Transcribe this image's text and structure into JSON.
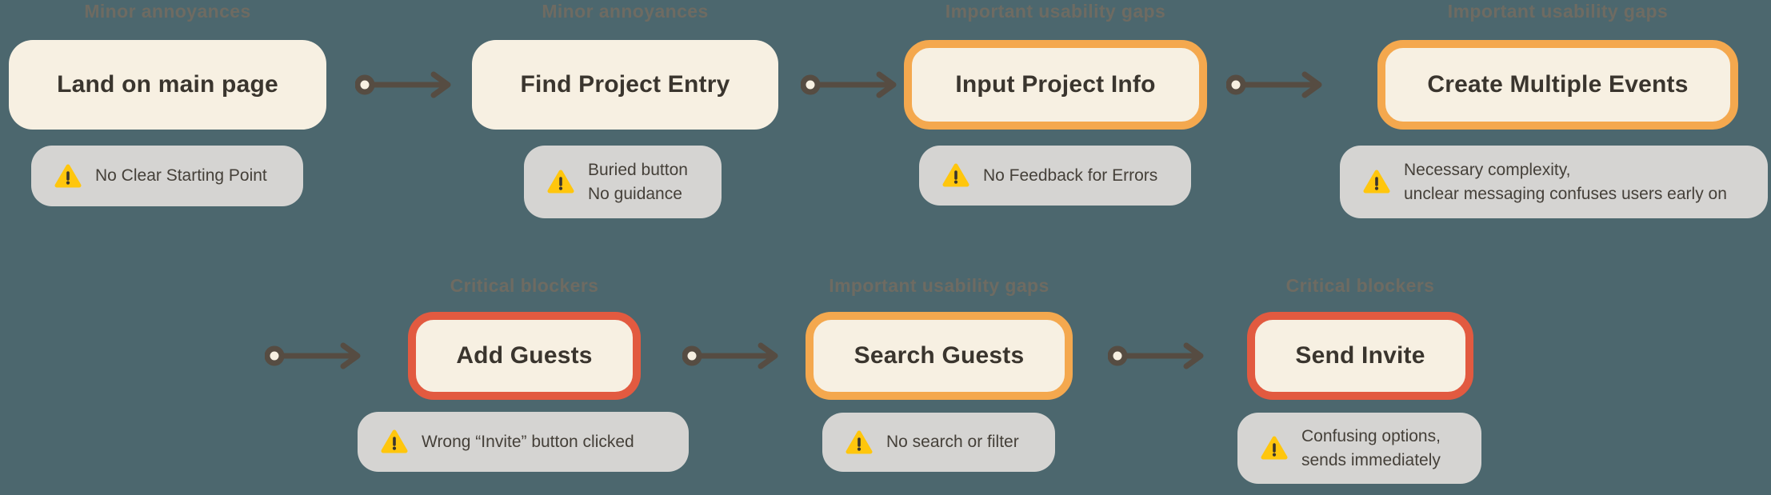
{
  "diagram": {
    "type": "user-journey-flow",
    "colors": {
      "background": "#4C676E",
      "step_fill": "#F7F0E2",
      "step_text": "#3A352E",
      "category_label_text": "#6E6B62",
      "note_fill": "#D5D4D2",
      "note_text": "#454039",
      "important_border": "#F4A84E",
      "critical_border": "#E25A40",
      "arrow": "#564C42",
      "warning_icon_yellow": "#FFC60D"
    },
    "severity_levels": [
      "Minor annoyances",
      "Important usability gaps",
      "Critical blockers"
    ]
  },
  "steps": [
    {
      "category": "Minor annoyances",
      "title": "Land on main page",
      "note": "No Clear Starting Point",
      "severity": "minor"
    },
    {
      "category": "Minor annoyances",
      "title": "Find Project Entry",
      "note": "Buried button\nNo guidance",
      "severity": "minor"
    },
    {
      "category": "Important usability gaps",
      "title": "Input Project Info",
      "note": "No Feedback for Errors",
      "severity": "important"
    },
    {
      "category": "Important usability gaps",
      "title": "Create Multiple Events",
      "note": "Necessary complexity,\nunclear messaging confuses users early on",
      "severity": "important"
    },
    {
      "category": "Critical blockers",
      "title": "Add Guests",
      "note": "Wrong “Invite” button clicked",
      "severity": "critical"
    },
    {
      "category": "Important usability gaps",
      "title": "Search Guests",
      "note": "No search or filter",
      "severity": "important"
    },
    {
      "category": "Critical blockers",
      "title": "Send Invite",
      "note": "Confusing options,\nsends immediately",
      "severity": "critical"
    }
  ]
}
